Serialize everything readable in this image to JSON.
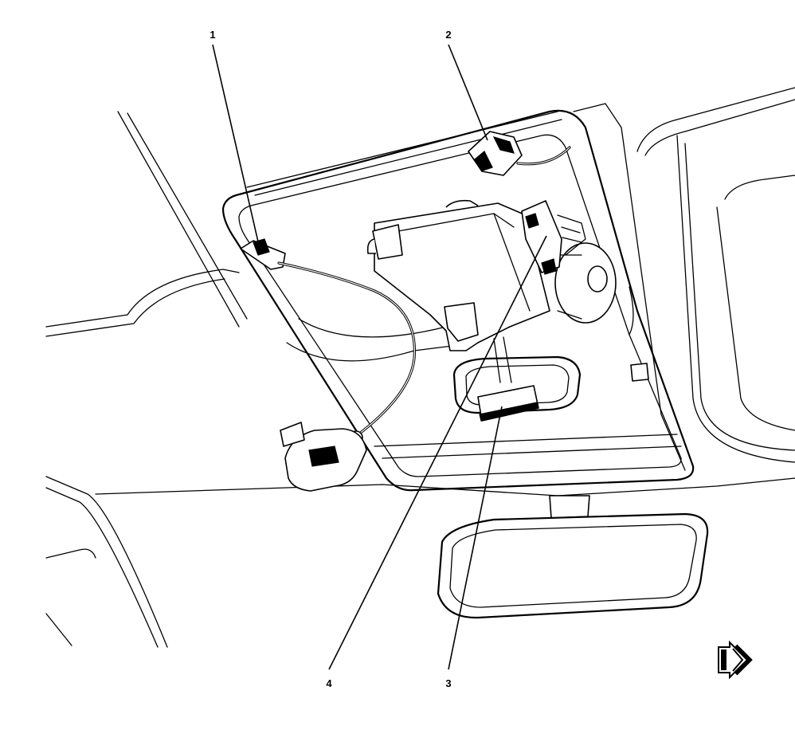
{
  "callouts": [
    {
      "id": "1",
      "label": "1"
    },
    {
      "id": "2",
      "label": "2"
    },
    {
      "id": "3",
      "label": "3"
    },
    {
      "id": "4",
      "label": "4"
    }
  ],
  "icons": {
    "navigation": "next-page-arrow-icon"
  }
}
